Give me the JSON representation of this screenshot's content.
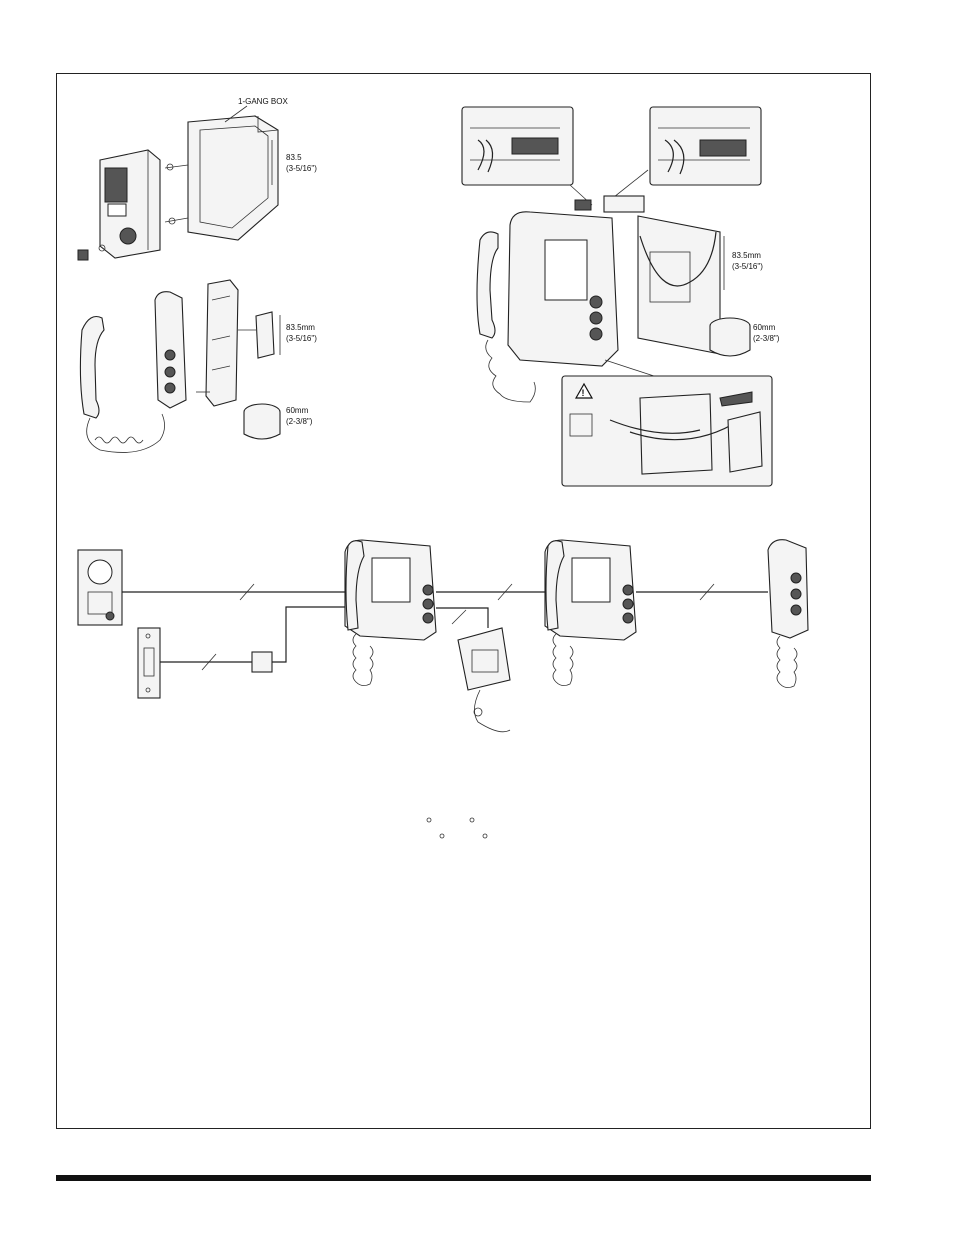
{
  "labels": {
    "gang_box": "1-GANG BOX",
    "dim_door_mm": "83.5",
    "dim_door_in": "(3-5/16\")",
    "dim_sub_mm": "83.5mm",
    "dim_sub_in": "(3-5/16\")",
    "dim_sub_round_mm": "60mm",
    "dim_sub_round_in": "(2-3/8\")",
    "dim_main_mm": "83.5mm",
    "dim_main_in": "(3-5/16\")",
    "dim_main_round_mm": "60mm",
    "dim_main_round_in": "(2-3/8\")",
    "warning_symbol": "!"
  },
  "icons": {
    "warning": "warning-triangle-icon"
  }
}
